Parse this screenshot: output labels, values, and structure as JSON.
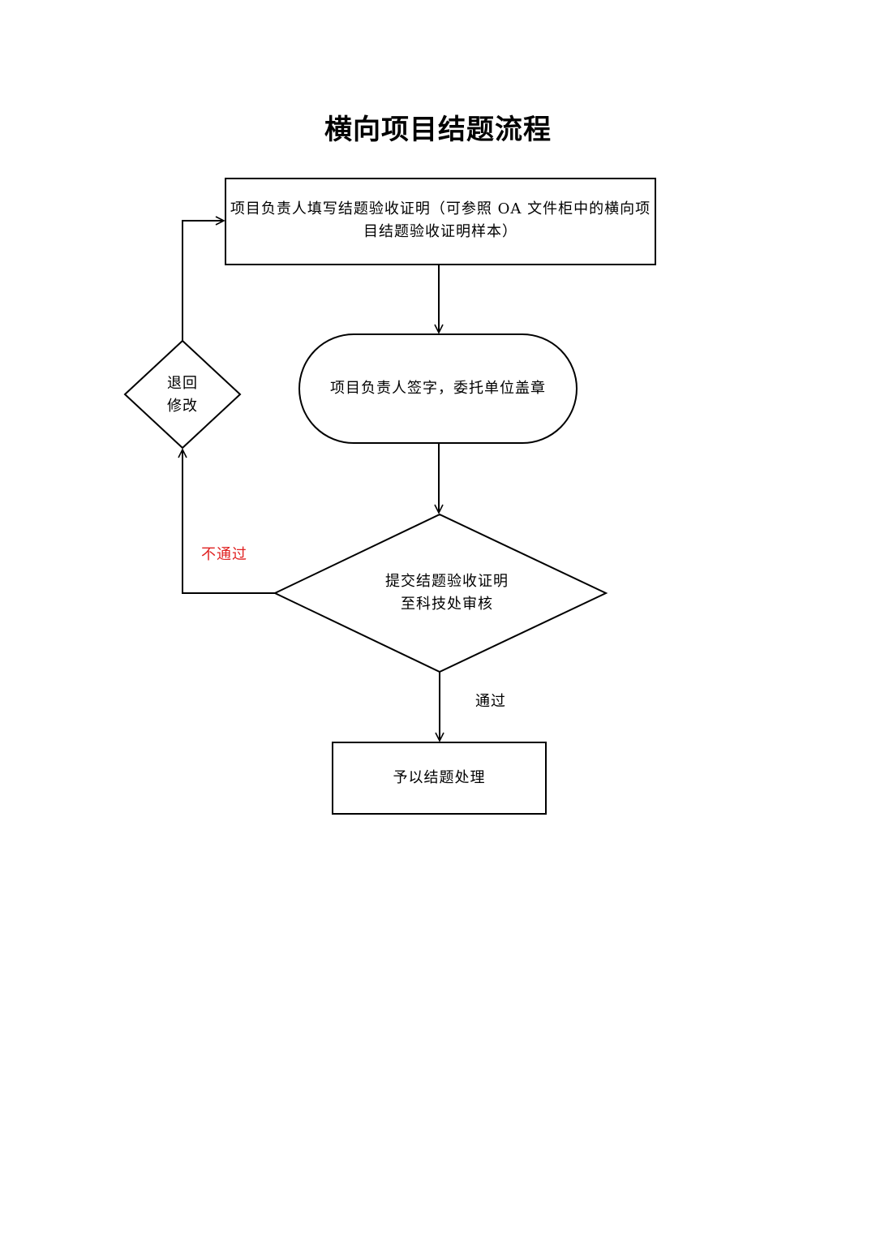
{
  "title": "横向项目结题流程",
  "nodes": {
    "fill_certificate": {
      "line1": "项目负责人填写结题验收证明（可参照 OA 文件柜中的横向项",
      "line2": "目结题验收证明样本）"
    },
    "sign_seal": "项目负责人签字，委托单位盖章",
    "submit_review": {
      "line1": "提交结题验收证明",
      "line2": "至科技处审核"
    },
    "return_modify": {
      "line1": "退回",
      "line2": "修改"
    },
    "complete": "予以结题处理"
  },
  "edges": {
    "fail_label": "不通过",
    "pass_label": "通过"
  },
  "colors": {
    "fail_label": "#e02020",
    "line": "#000000"
  }
}
